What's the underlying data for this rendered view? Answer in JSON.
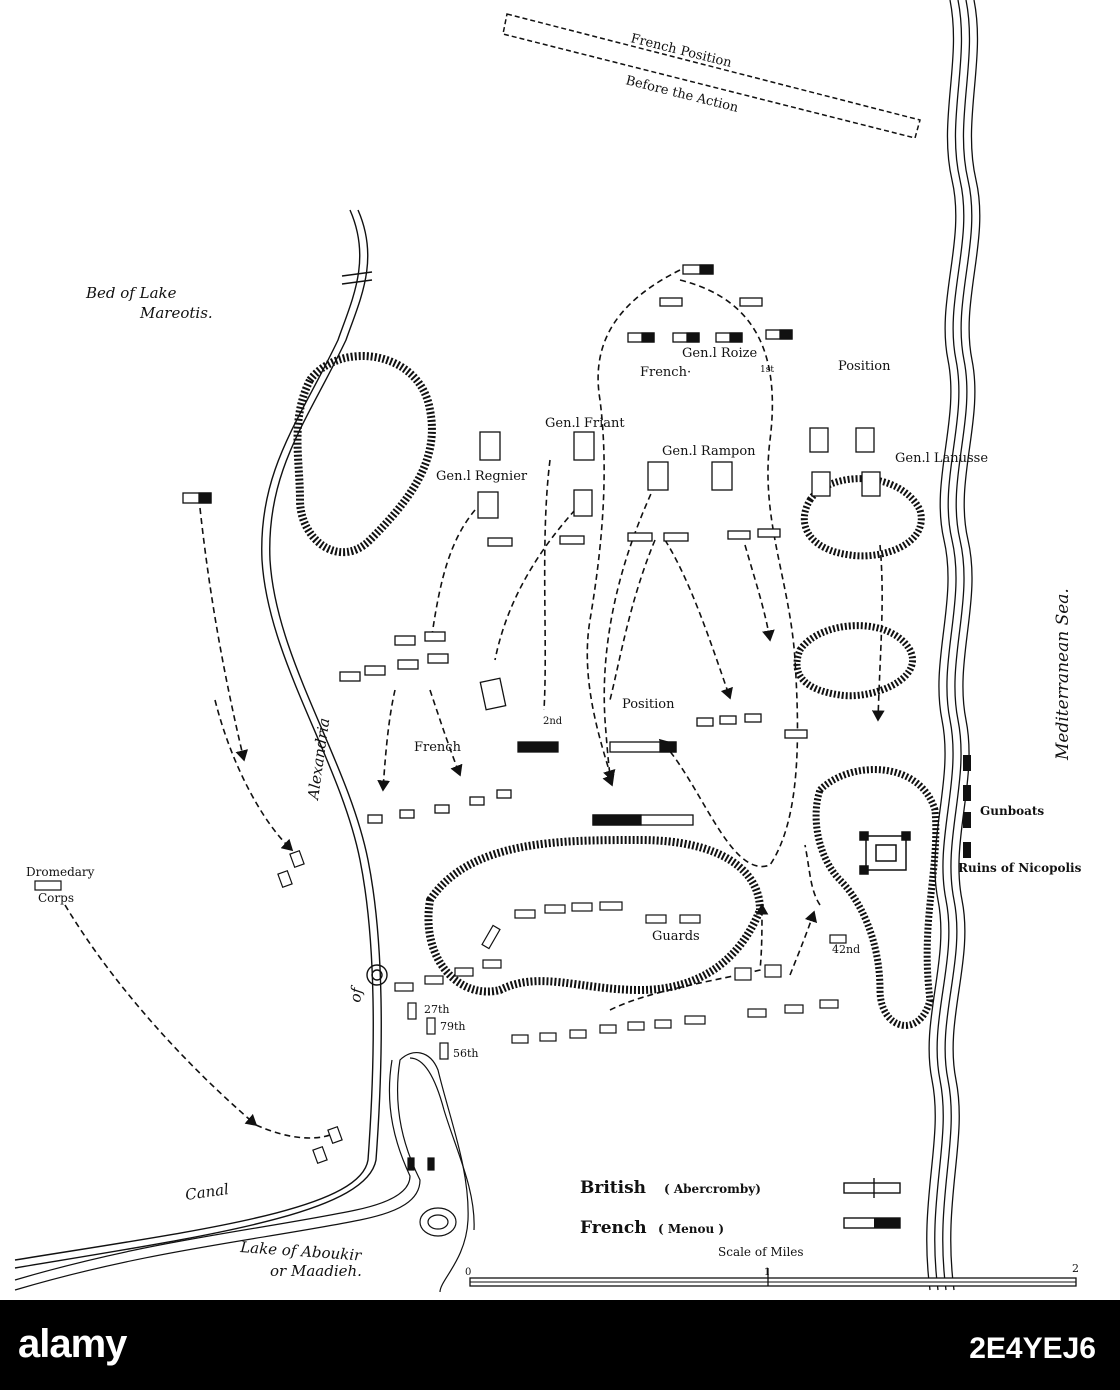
{
  "map": {
    "labels": {
      "french_position_before_1": "French Position",
      "french_position_before_2": "Before the Action",
      "lake_mareotis_1": "Bed of Lake",
      "lake_mareotis_2": "Mareotis.",
      "gen_roize": "Gen.l Roize",
      "french_1st": "French·",
      "first_sup": "1st",
      "position_1": "Position",
      "gen_friant": "Gen.l Friant",
      "gen_rampon": "Gen.l Rampon",
      "gen_lanusse": "Gen.l Lanusse",
      "gen_regnier": "Gen.l Regnier",
      "mediterranean_sea": "Mediterranean Sea.",
      "alexandria": "Alexandria",
      "of_word": "of",
      "canal": "Canal",
      "second_sup": "2nd",
      "position_2": "Position",
      "french_2": "French",
      "gunboats": "Gunboats",
      "ruins_nicopolis": "Ruins of Nicopolis",
      "dromedary_1": "Dromedary",
      "dromedary_2": "Corps",
      "guards": "Guards",
      "regt_42": "42nd",
      "regt_27": "27th",
      "regt_79": "79th",
      "regt_56": "56th",
      "lake_aboukir_1": "Lake of Aboukir",
      "lake_aboukir_2": "or Maadieh.",
      "scale": "Scale of Miles",
      "scale_0": "0",
      "scale_1": "1",
      "scale_2": "2"
    },
    "legend": {
      "british": "British",
      "british_commander": "( Abercromby)",
      "french": "French",
      "french_commander": "( Menou )"
    },
    "colors": {
      "ink": "#111111",
      "paper": "#ffffff"
    }
  },
  "watermark": {
    "brand": "alamy",
    "image_id": "2E4YEJ6"
  }
}
